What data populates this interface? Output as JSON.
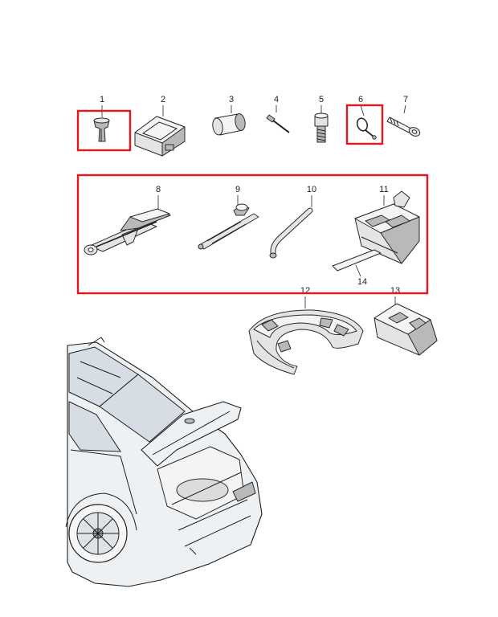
{
  "highlight_color": "#e3161b",
  "parts": [
    {
      "number": "1"
    },
    {
      "number": "2"
    },
    {
      "number": "3"
    },
    {
      "number": "4"
    },
    {
      "number": "5"
    },
    {
      "number": "6"
    },
    {
      "number": "7"
    },
    {
      "number": "8"
    },
    {
      "number": "9"
    },
    {
      "number": "10"
    },
    {
      "number": "11"
    },
    {
      "number": "12"
    },
    {
      "number": "13"
    },
    {
      "number": "14"
    }
  ]
}
